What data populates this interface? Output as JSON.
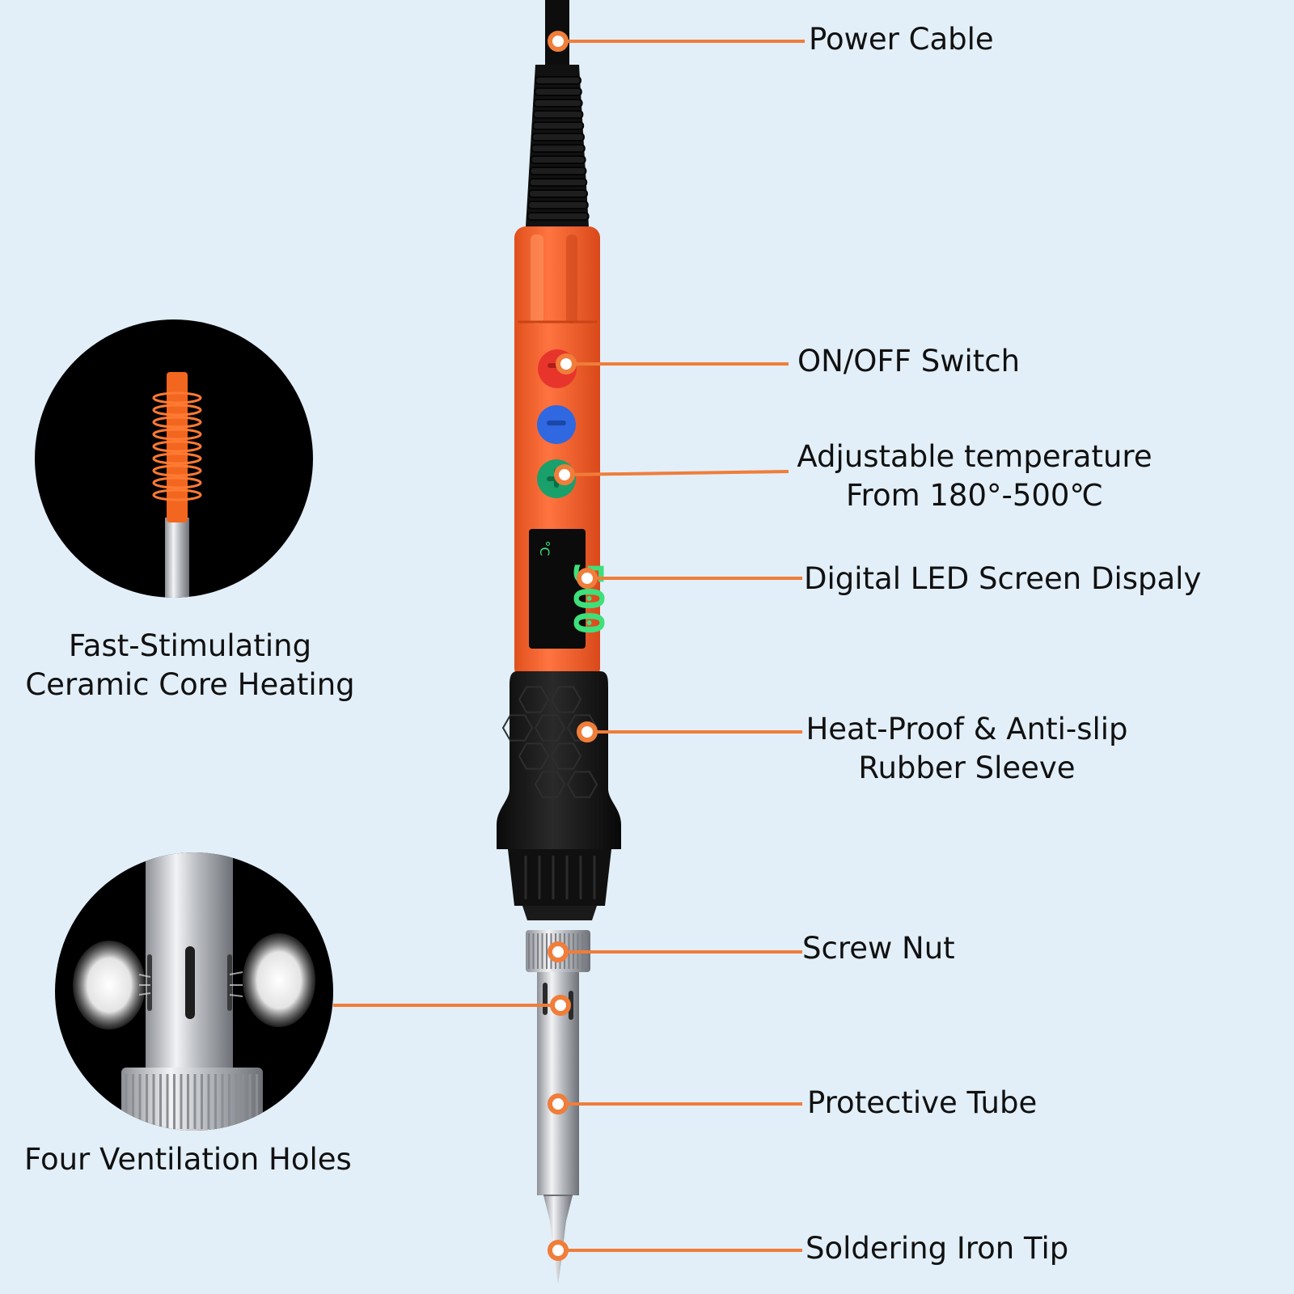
{
  "colors": {
    "background": "#e2eff8",
    "leader_line": "#f07d3a",
    "handle_orange": "#f2612b",
    "rubber_black": "#141414",
    "led_green": "#3ee07a",
    "button_red": "#e8352c",
    "button_blue": "#2f68e0",
    "button_green": "#1aa06a",
    "metal": "#c9ccd1"
  },
  "display": {
    "reading": "500",
    "unit": "°C"
  },
  "callouts": {
    "power_cable": "Power Cable",
    "on_off_switch": "ON/OFF Switch",
    "adjustable_temp_line1": "Adjustable temperature",
    "adjustable_temp_line2": "From 180°-500℃",
    "led_screen": "Digital LED Screen Dispaly",
    "rubber_sleeve_line1": "Heat-Proof & Anti-slip",
    "rubber_sleeve_line2": "Rubber Sleeve",
    "screw_nut": "Screw Nut",
    "protective_tube": "Protective Tube",
    "iron_tip": "Soldering Iron Tip"
  },
  "insets": {
    "ceramic_core_line1": "Fast-Stimulating",
    "ceramic_core_line2": "Ceramic Core Heating",
    "ventilation": "Four Ventilation Holes"
  }
}
